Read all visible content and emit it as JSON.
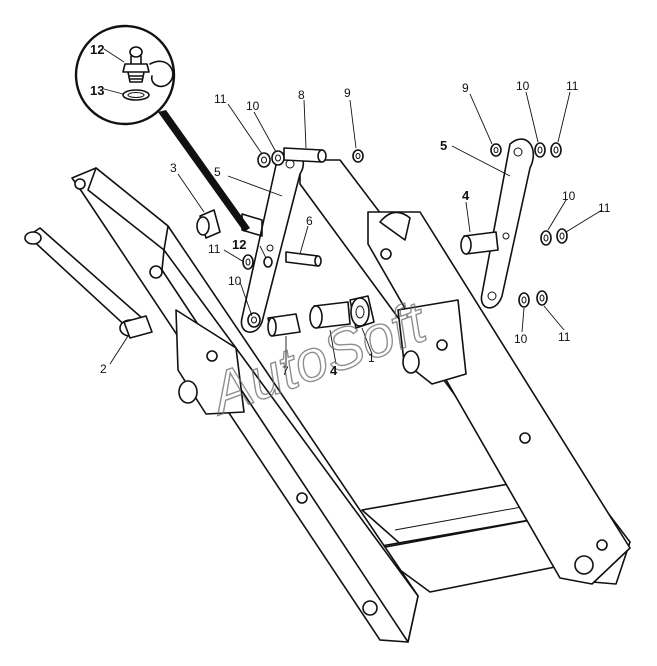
{
  "watermark": "AutoSoft",
  "callouts": {
    "inset_12": "12",
    "inset_13": "13",
    "c11_a": "11",
    "c10_a": "10",
    "c8": "8",
    "c9_a": "9",
    "c3": "3",
    "c5_a": "5",
    "c6": "6",
    "c11_b": "11",
    "c12": "12",
    "c10_b": "10",
    "c2": "2",
    "c7": "7",
    "c4_a": "4",
    "c1": "1",
    "c9_b": "9",
    "c10_c": "10",
    "c11_c": "11",
    "c5_b": "5",
    "c4_b": "4",
    "c10_d": "10",
    "c11_d": "11",
    "c10_e": "10",
    "c11_e": "11"
  }
}
